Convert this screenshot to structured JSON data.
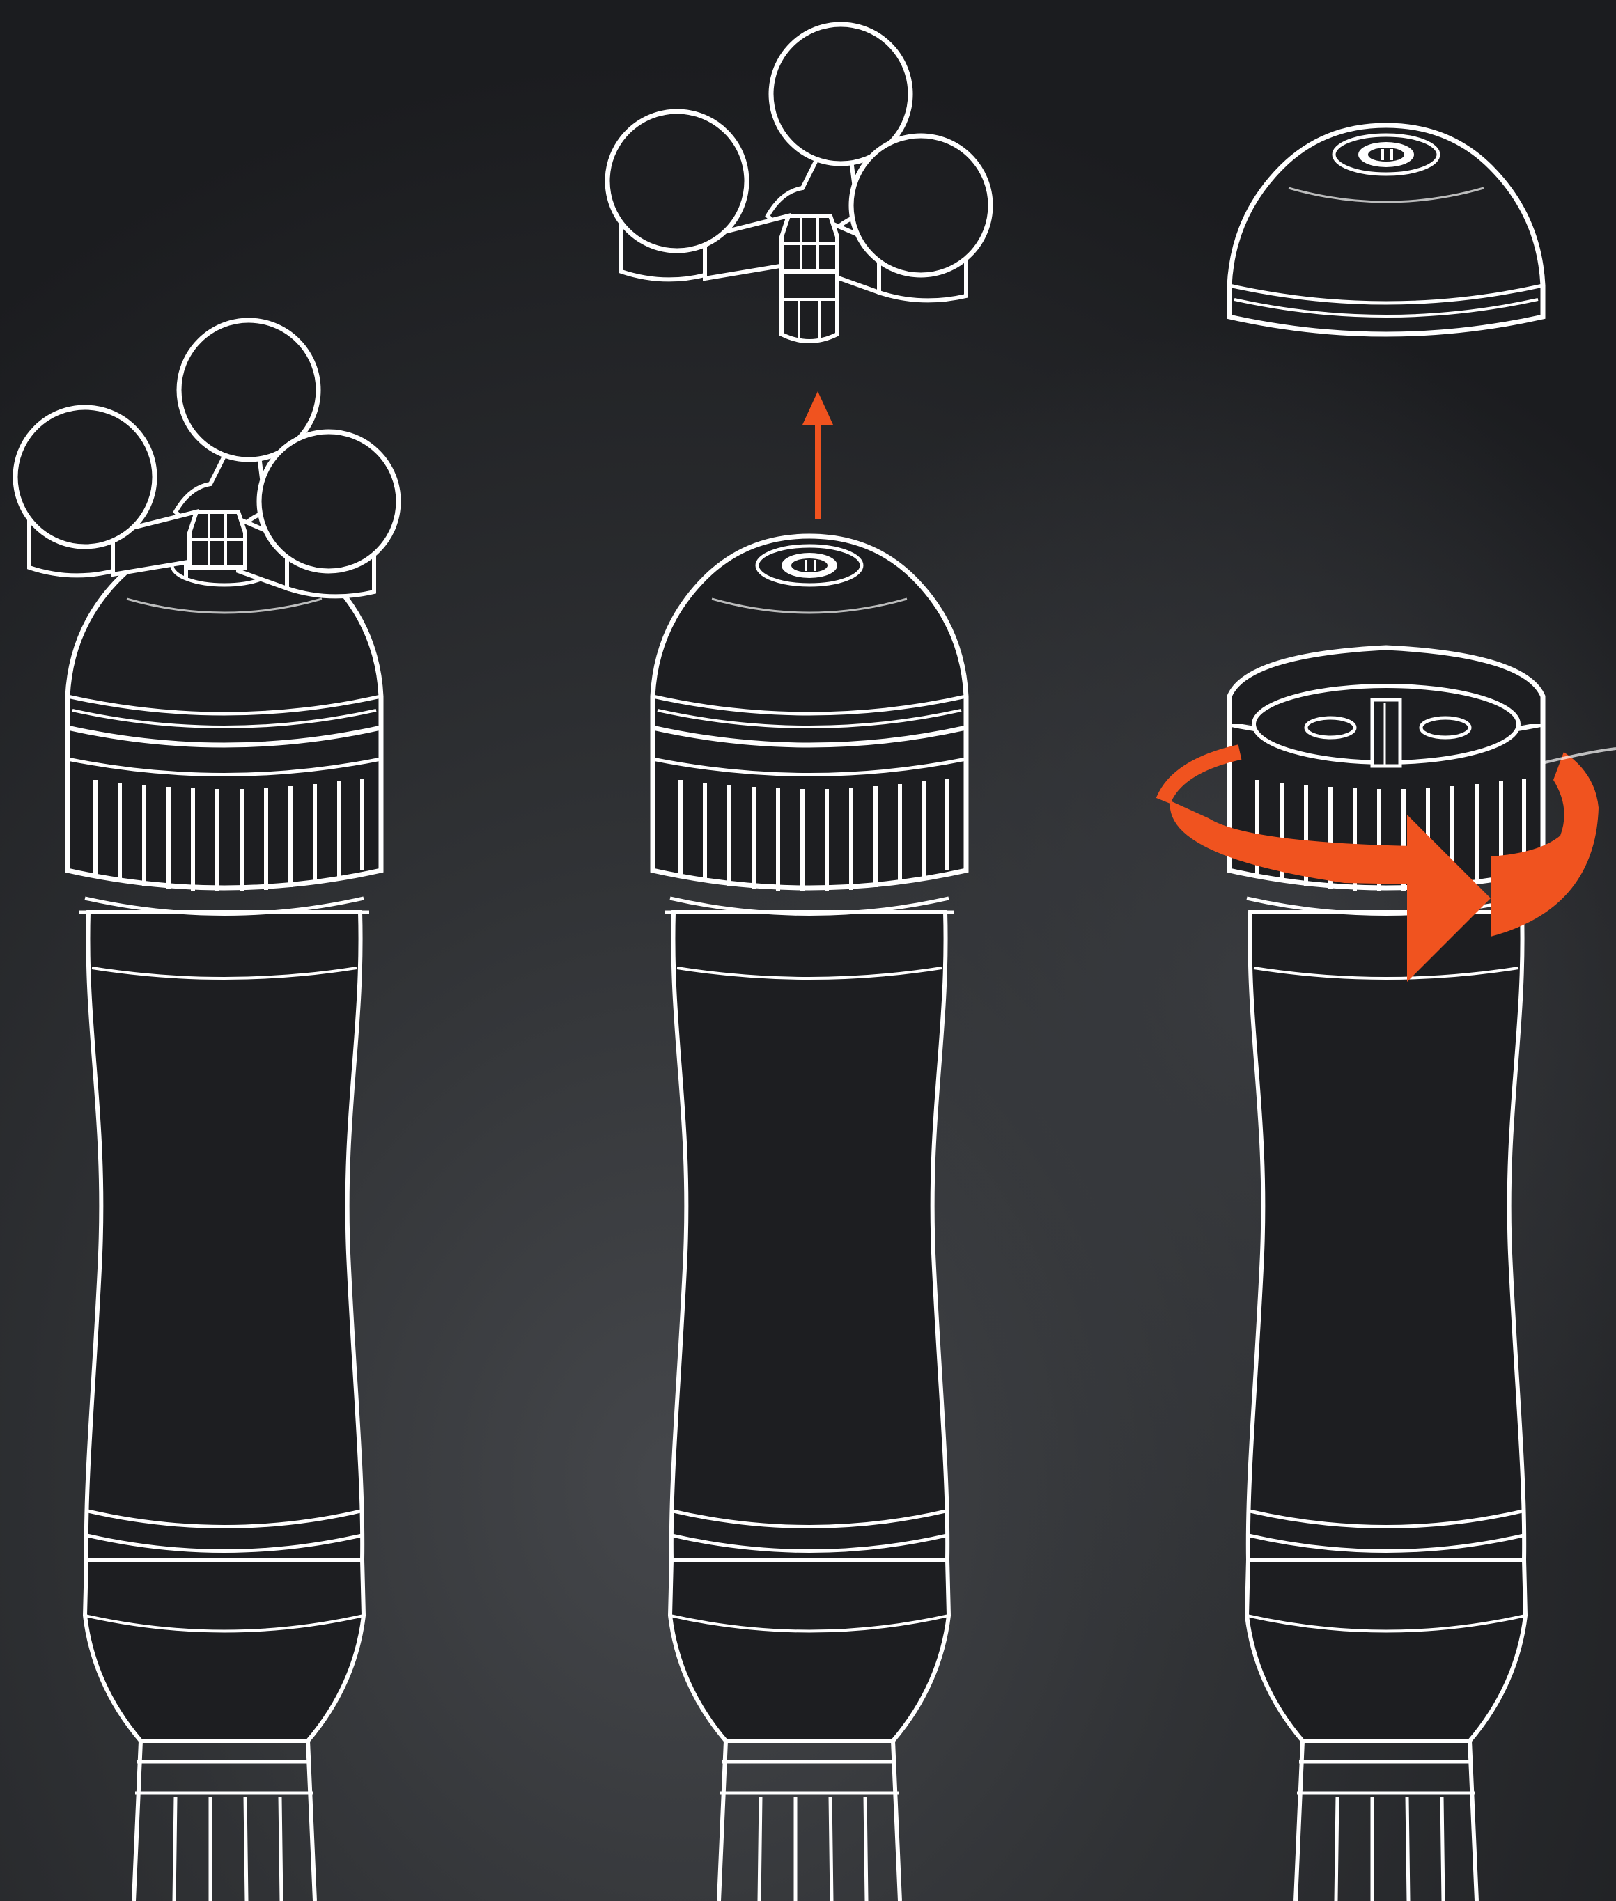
{
  "diagram": {
    "description_type": "assembly-instructions",
    "steps": [
      {
        "id": "step-1",
        "state": "handpiece-with-trident-head-attached",
        "head": "trident-three-ball-head"
      },
      {
        "id": "step-2",
        "state": "trident-head-removed-upward",
        "head": "trident-three-ball-head",
        "action_icon": "arrow-up-icon"
      },
      {
        "id": "step-3",
        "state": "cap-removed-collar-rotated-clockwise",
        "head": "transmitter-cap",
        "action_icon": "rotate-clockwise-icon"
      }
    ]
  },
  "colors": {
    "background_dark": "#1e1f22",
    "background_light": "#3a3c40",
    "line": "#ffffff",
    "body_fill": "#1d1e21",
    "accent": "#f0531f"
  }
}
